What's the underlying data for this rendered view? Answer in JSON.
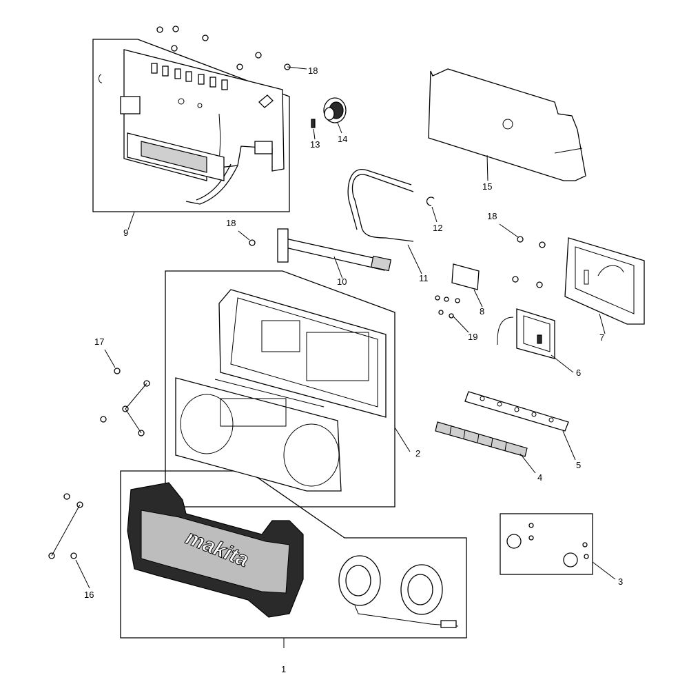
{
  "diagram": {
    "callouts": [
      {
        "id": "c1",
        "label": "1"
      },
      {
        "id": "c2",
        "label": "2"
      },
      {
        "id": "c3",
        "label": "3"
      },
      {
        "id": "c4",
        "label": "4"
      },
      {
        "id": "c5",
        "label": "5"
      },
      {
        "id": "c6",
        "label": "6"
      },
      {
        "id": "c7",
        "label": "7"
      },
      {
        "id": "c8",
        "label": "8"
      },
      {
        "id": "c9",
        "label": "9"
      },
      {
        "id": "c10",
        "label": "10"
      },
      {
        "id": "c11",
        "label": "11"
      },
      {
        "id": "c12",
        "label": "12"
      },
      {
        "id": "c13",
        "label": "13"
      },
      {
        "id": "c14",
        "label": "14"
      },
      {
        "id": "c15",
        "label": "15"
      },
      {
        "id": "c16",
        "label": "16"
      },
      {
        "id": "c17",
        "label": "17"
      },
      {
        "id": "c18a",
        "label": "18"
      },
      {
        "id": "c18b",
        "label": "18"
      },
      {
        "id": "c18c",
        "label": "18"
      },
      {
        "id": "c19",
        "label": "19"
      }
    ],
    "logo_text": "makita"
  }
}
